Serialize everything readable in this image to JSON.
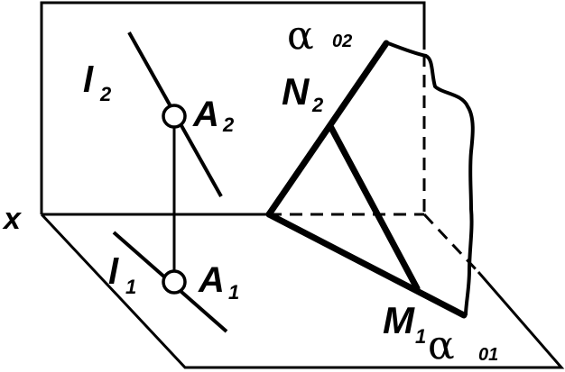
{
  "labels": {
    "x_axis": "x",
    "l2_main": "l",
    "l2_sub": "2",
    "l1_main": "l",
    "l1_sub": "1",
    "a2_main": "A",
    "a2_sub": "2",
    "a1_main": "A",
    "a1_sub": "1",
    "n2_main": "N",
    "n2_sub": "2",
    "m1_main": "M",
    "m1_sub": "1",
    "alpha02_main": "α",
    "alpha02_sub": "02",
    "alpha01_main": "α",
    "alpha01_sub": "01"
  },
  "colors": {
    "ink": "#000000",
    "background": "#ffffff"
  }
}
